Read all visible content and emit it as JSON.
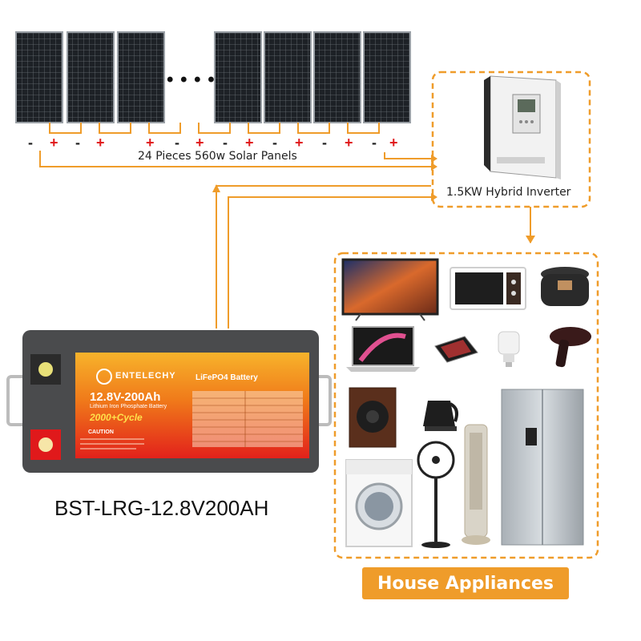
{
  "solar": {
    "label": "24 Pieces 560w Solar Panels",
    "dots": "• • • •",
    "terminals": [
      "-",
      "+",
      "-",
      "+",
      "+",
      "-",
      "+",
      "-",
      "+",
      "-",
      "+",
      "-",
      "+",
      "-",
      "+"
    ]
  },
  "inverter": {
    "label": "1.5KW  Hybrid Inverter"
  },
  "battery": {
    "model": "BST-LRG-12.8V200AH",
    "brand": "ENTELECHY",
    "chemistry_badge": "LiFePO4 Battery",
    "voltage_capacity": "12.8V-200Ah",
    "type_line": "Lithium Iron Phosphate Battery",
    "cycles": "2000+Cycle",
    "caution": "CAUTION"
  },
  "appliances": {
    "label": "House Appliances",
    "items": [
      "tv",
      "microwave",
      "rice-cooker",
      "laptop",
      "tablet",
      "led-bulb",
      "hair-dryer",
      "speaker",
      "kettle",
      "fan",
      "tower-fan",
      "refrigerator",
      "washing-machine"
    ]
  },
  "colors": {
    "accent": "#ef9c2a",
    "wire": "#ef9c2a",
    "positive": "#e0191b",
    "negative": "#222222",
    "battery_body": "#4a4b4d"
  }
}
